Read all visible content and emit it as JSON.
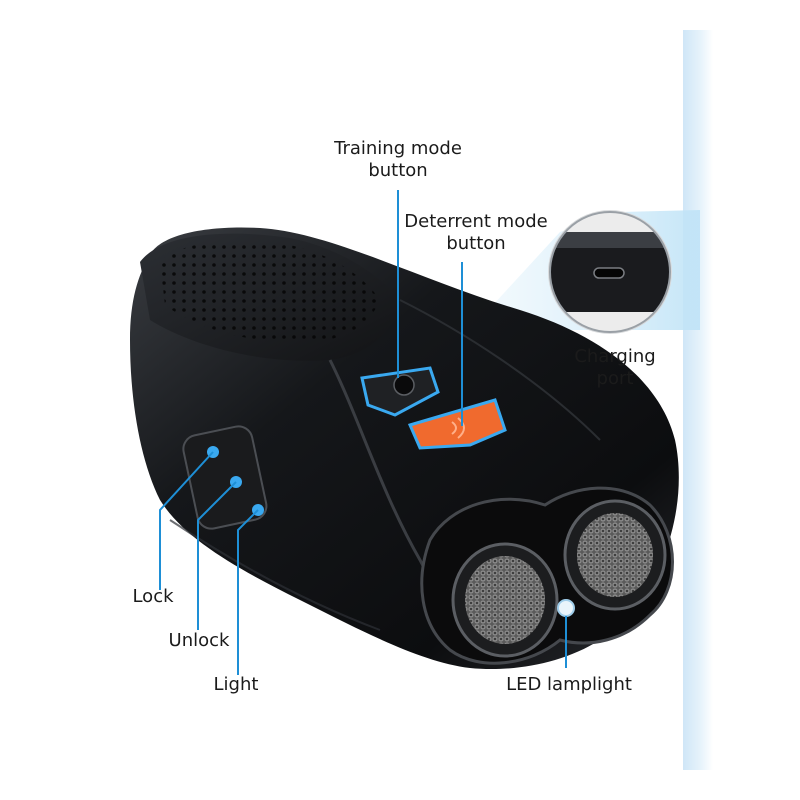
{
  "labels": {
    "training_mode": {
      "line1": "Training mode",
      "line2": "button"
    },
    "deterrent_mode": {
      "line1": "Deterrent mode",
      "line2": "button"
    },
    "charging_port": {
      "line1": "Charging",
      "line2": "port"
    },
    "lock": "Lock",
    "unlock": "Unlock",
    "light": "Light",
    "led_lamplight": "LED lamplight"
  },
  "colors": {
    "callout_line": "#1e8fd6",
    "accent_blue": "#3aa9f0",
    "deterrent_button": "#f06a2e",
    "device_body": "#151515",
    "inset_background": "#bfe3f7"
  }
}
